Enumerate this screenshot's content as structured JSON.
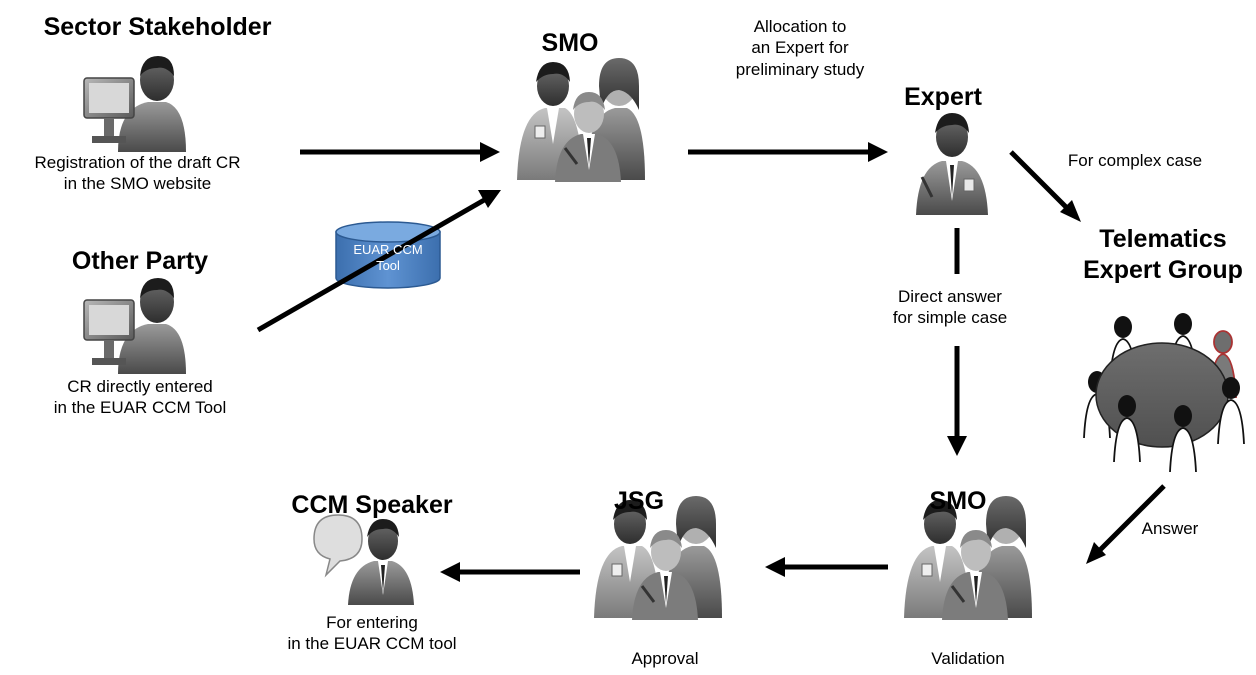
{
  "nodes": {
    "sector_stakeholder": {
      "title": "Sector Stakeholder",
      "caption": [
        "Registration of the draft CR",
        "in the SMO website"
      ]
    },
    "other_party": {
      "title": "Other Party",
      "caption": [
        "CR directly entered",
        "in the EUAR CCM Tool"
      ]
    },
    "tool": {
      "label": [
        "EUAR CCM",
        "Tool"
      ]
    },
    "smo_top": {
      "title": "SMO"
    },
    "expert": {
      "title": "Expert"
    },
    "teg": {
      "title": [
        "Telematics",
        "Expert Group"
      ]
    },
    "smo_bottom": {
      "title": "SMO",
      "caption": "Validation"
    },
    "jsg": {
      "title": "JSG",
      "caption": "Approval"
    },
    "ccm_speaker": {
      "title": "CCM Speaker",
      "caption": [
        "For entering",
        "in the EUAR CCM tool"
      ]
    }
  },
  "edges": {
    "allocation": [
      "Allocation to",
      "an Expert for",
      "preliminary study"
    ],
    "complex": "For complex case",
    "simple": [
      "Direct answer",
      "for simple case"
    ],
    "answer": "Answer"
  }
}
